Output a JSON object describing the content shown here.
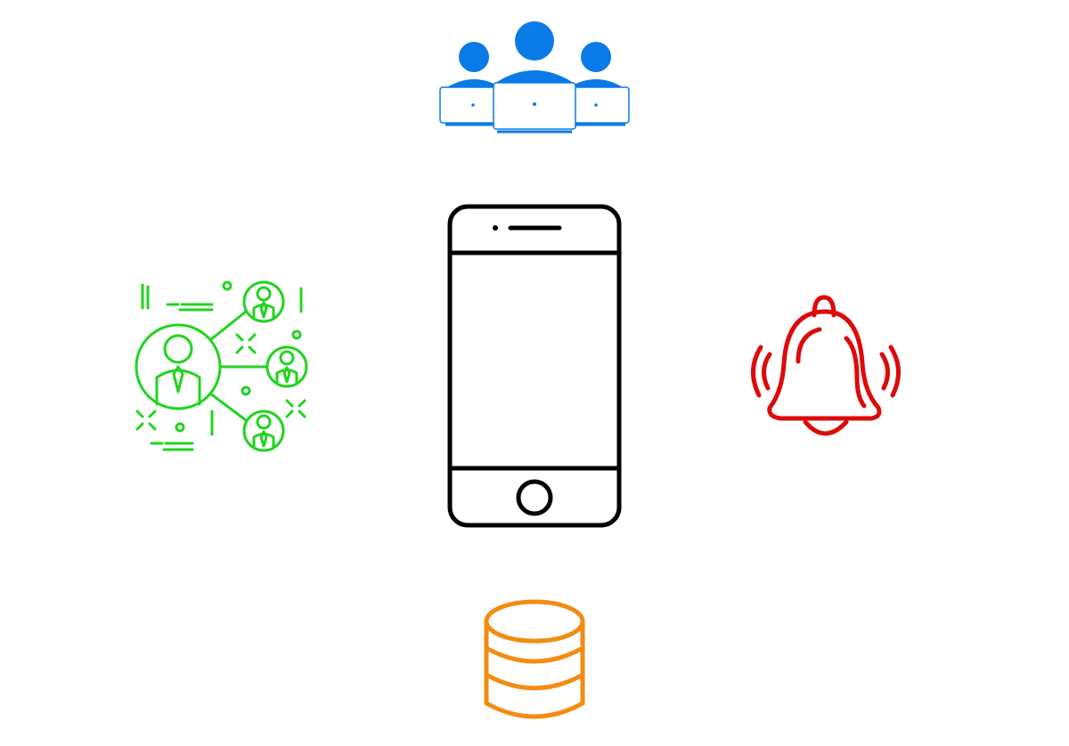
{
  "diagram": {
    "center": {
      "icon": "smartphone-icon",
      "color": "#000000"
    },
    "nodes": [
      {
        "position": "top",
        "icon": "team-laptops-icon",
        "color": "#0a7ae6"
      },
      {
        "position": "left",
        "icon": "people-network-icon",
        "color": "#22d41f"
      },
      {
        "position": "right",
        "icon": "ringing-bell-icon",
        "color": "#dd0a0a"
      },
      {
        "position": "bottom",
        "icon": "database-icon",
        "color": "#f28c12"
      }
    ]
  }
}
